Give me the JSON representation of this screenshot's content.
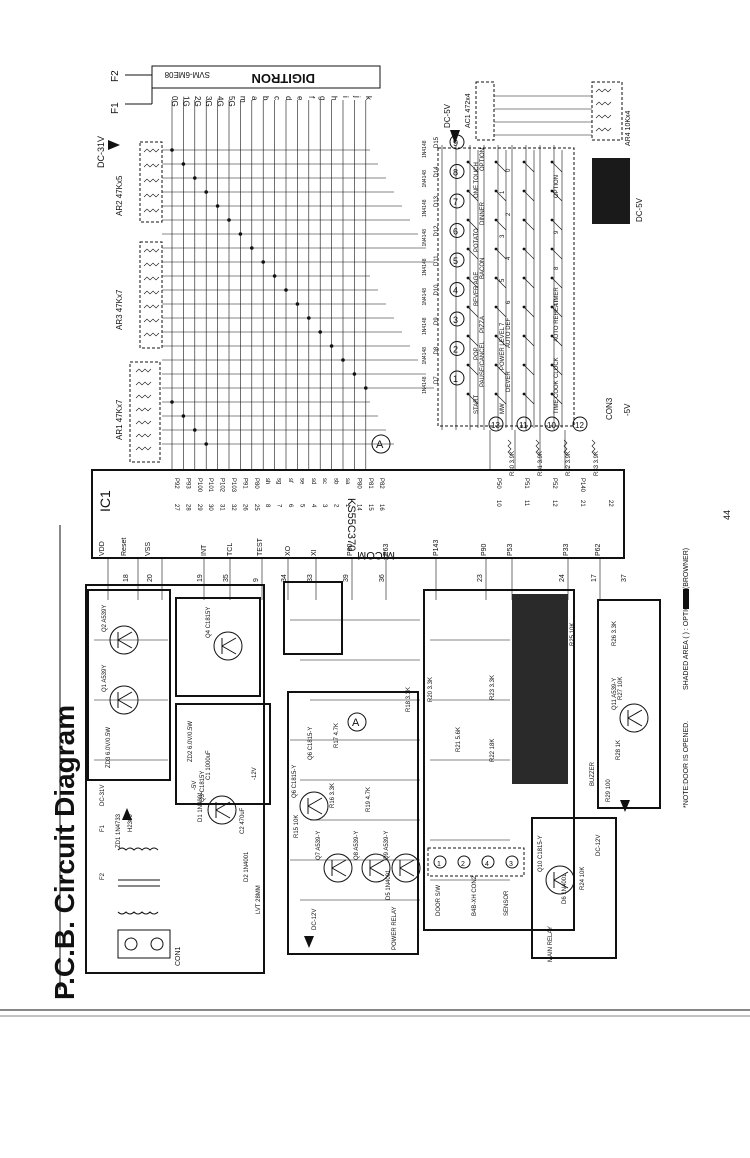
{
  "page": {
    "title": "P.C.B. Circuit Diagram",
    "page_number": "44",
    "note_door": "*NOTE:DOOR IS OPENED.",
    "note_shaded": "SHADED AREA (        ) : OPTIONAL (BROWNER)"
  },
  "display": {
    "brand": "DIGITRON",
    "model": "SVM-6ME08",
    "pin_f1": "F1",
    "pin_f2": "F2",
    "grid_pins": [
      "0G",
      "1G",
      "2G",
      "3G",
      "4G",
      "5G",
      "m",
      "a",
      "b",
      "c",
      "d",
      "e",
      "f",
      "g",
      "h",
      "i",
      "j",
      "k"
    ]
  },
  "ic1": {
    "label": "IC1",
    "micom": "MICOM",
    "part": "KS55C370",
    "left_pins": [
      "VDD",
      "Reset",
      "VSS",
      "INT",
      "TCL",
      "TEST",
      "XO",
      "XI",
      "P60",
      "P63",
      "P143",
      "P90",
      "P53",
      "P33",
      "P62"
    ],
    "left_pin_numbers": [
      "18",
      "20",
      "19",
      "35",
      "9",
      "34",
      "33",
      "39",
      "36",
      "23",
      "24",
      "17",
      "37"
    ],
    "right_pins": [
      "P92",
      "P93",
      "P100",
      "P101",
      "P102",
      "P103",
      "P91",
      "P80",
      "sh",
      "sg",
      "sf",
      "se",
      "sd",
      "sc",
      "sb",
      "sa",
      "P80",
      "P81",
      "P82"
    ],
    "right_pin_numbers": [
      "27",
      "28",
      "29",
      "30",
      "31",
      "32",
      "26",
      "25",
      "8",
      "7",
      "6",
      "5",
      "4",
      "3",
      "2",
      "1",
      "14",
      "15",
      "16"
    ],
    "right_lower_pins": [
      "P50",
      "P51",
      "P52",
      "P140"
    ],
    "right_lower_numbers": [
      "10",
      "11",
      "12",
      "21",
      "22"
    ]
  },
  "arrays": {
    "ar1": "AR1 47Kx7",
    "ar2": "AR2 47Kx5",
    "ar3": "AR3 47Kx7",
    "ar4": "AR4 10Kx4",
    "ac1": "AC1 472x4"
  },
  "supplies": {
    "dc31_top": "DC-31V",
    "dc5_top": "DC-5V",
    "dc5_right": "DC-5V",
    "minus5": "-5V",
    "dc12": "DC-12V",
    "dc31_left": "DC-31V",
    "dc12_right": "DC-12V"
  },
  "keys": {
    "numbers": [
      "1",
      "2",
      "3",
      "4",
      "5",
      "6",
      "7",
      "8",
      "9"
    ],
    "con3": "CON3",
    "row_labels": [
      "START",
      "PAUSE/CANCEL",
      "POP",
      "PIZZA",
      "BEVER AGE",
      "BACON",
      "POTATO",
      "DINNER",
      "ONE TOUCH",
      "OPTION"
    ],
    "row2": [
      "MW",
      "DEVER",
      "POWER LEVEL",
      "AUTO DEF",
      "7",
      "6",
      "5",
      "4",
      "3",
      "2",
      "1",
      "0"
    ],
    "row3": [
      "TIME COOK",
      "CLOCK",
      "AUTO REHEAT",
      "TIMER",
      "8",
      "9",
      "OPTION"
    ],
    "diode_labels": [
      "D7",
      "D8",
      "D9",
      "D10",
      "D11",
      "D12",
      "D13",
      "D14",
      "D15"
    ],
    "diode_part": "1N4148",
    "connector_nums": [
      "13",
      "11",
      "10",
      "12"
    ],
    "resistors": [
      "R30 3.9K",
      "R31 3.9K",
      "R32 3.9K",
      "R33 3.9K"
    ]
  },
  "power": {
    "transformer": "LVT 28MM",
    "con1": "CON1",
    "fuse": "F1",
    "varistor": "H2300",
    "zd1": "ZD1 1N4733",
    "f2": "F2",
    "d1": "D1 1N4001",
    "d2": "D2 1N4001",
    "c1": "C1 1000uF",
    "c2": "C2 470uF",
    "q1": "Q1 A539Y",
    "q2": "Q2 A539Y",
    "q3": "Q3 C1815Y",
    "q4": "Q4 C1815Y",
    "zd2": "ZD2 6.0V/0.5W",
    "zd3": "ZD3 6.0V/0.5W",
    "labels_minus5": "-5V",
    "labels_12v": "-12V"
  },
  "relays": {
    "power_relay": "POWER RELAY",
    "main_relay": "MAIN RELAY",
    "door_sw": "DOOR S/W",
    "sensor": "SENSOR",
    "con2": "B4B-XH CON2",
    "buzzer": "BUZZER",
    "q6": "Q6 C1815-Y",
    "q7": "Q7 A539-Y",
    "q8": "Q8 A539-Y",
    "q9": "Q9 A539-Y",
    "q10": "Q10 C1815-Y",
    "q11": "Q11 A539-Y",
    "d5": "D5 1N4001",
    "d6": "D6 1N4001",
    "r15": "R15 10K",
    "r16": "R16 3.3K",
    "r17": "R17 4.7K",
    "r18": "R18 3.3K",
    "r19": "R19 4.7K",
    "r20": "R20 3.3K",
    "r21": "R21 5.6K",
    "r22": "R22 18K",
    "r23": "R23 3.3K",
    "r24": "R24 10K",
    "r25": "R25 10K",
    "r26": "R26 3.3K",
    "r27": "R27 10K",
    "r28": "R28 1K",
    "r29": "R29 100"
  },
  "marker": "A"
}
